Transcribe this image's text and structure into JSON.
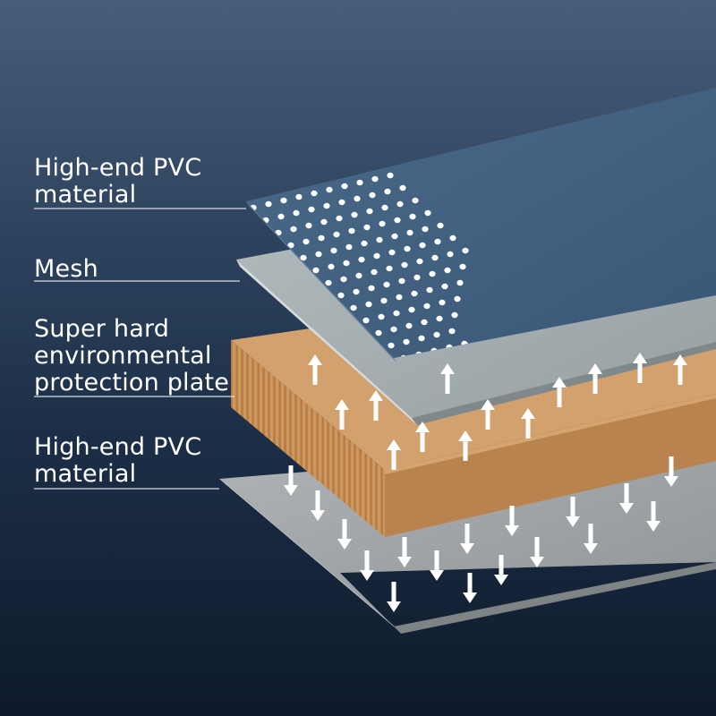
{
  "layers": [
    {
      "id": "top-pvc",
      "label": "High-end PVC\nmaterial",
      "color": "#41607e"
    },
    {
      "id": "mesh",
      "label": "Mesh",
      "color": "#a5aeb0"
    },
    {
      "id": "plate",
      "label": "Super hard\nenvironmental\nprotection plate",
      "color": "#c48a52"
    },
    {
      "id": "bottom-pvc",
      "label": "High-end PVC\nmaterial",
      "color": "#9fa4a6"
    }
  ],
  "colors": {
    "dots": "#ffffff",
    "arrows": "#ffffff",
    "leader_line": "#d8dde3"
  },
  "icons": [
    "up-arrow-icon",
    "down-arrow-icon"
  ]
}
